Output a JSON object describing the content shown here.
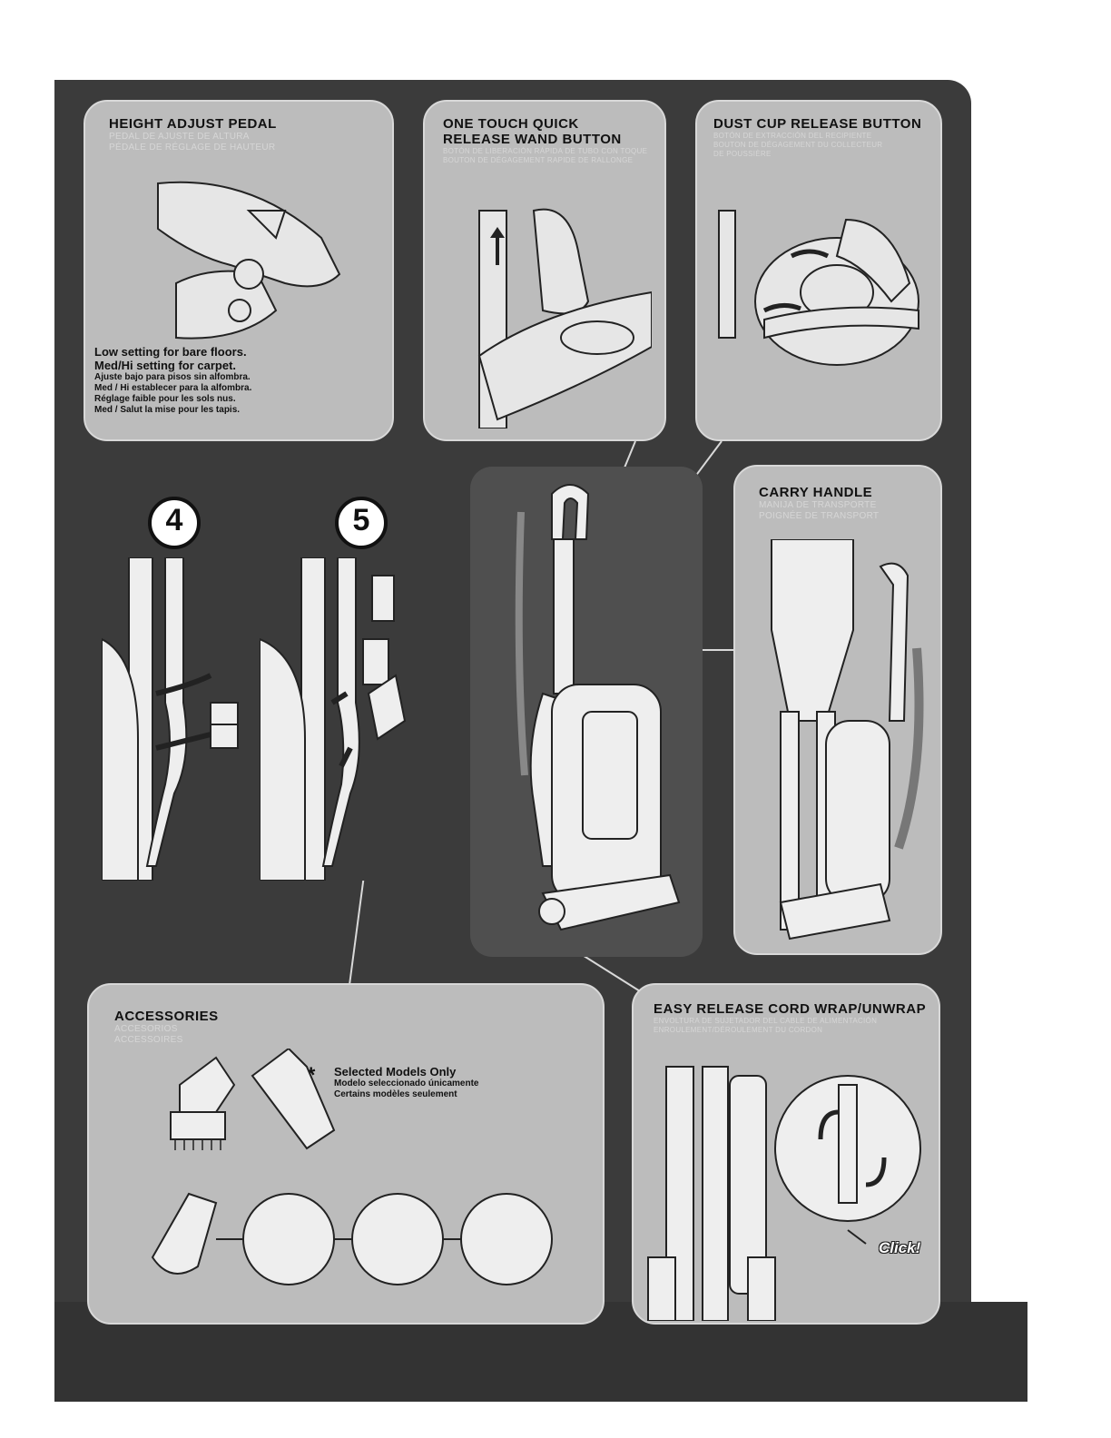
{
  "height_adjust": {
    "title": "HEIGHT ADJUST PEDAL",
    "sub1": "PEDAL DE AJUSTE DE ALTURA",
    "sub2": "PÉDALE DE RÉGLAGE DE HAUTEUR",
    "note1": "Low setting for bare floors.",
    "note2": "Med/Hi setting for carpet.",
    "note3": "Ajuste bajo para pisos sin alfombra.",
    "note4": "Med / Hi establecer para la alfombra.",
    "note5": "Réglage faible pour les sols nus.",
    "note6": "Med / Salut la mise pour les tapis."
  },
  "wand_release": {
    "title1": "ONE TOUCH QUICK",
    "title2": "RELEASE WAND BUTTON",
    "sub1": "BOTÓN DE LIBERACIÓN RÁPIDA DE TUBO CON TOQUE",
    "sub2": "BOUTON DE DÉGAGEMENT RAPIDE DE RALLONGE"
  },
  "dust_cup": {
    "title": "DUST CUP RELEASE BUTTON",
    "sub1": "BOTÓN DE EXTRACCIÓN DEL RECIPIENTE",
    "sub2": "BOUTON DE DÉGAGEMENT DU COLLECTEUR",
    "sub3": "DE POUSSIÈRE"
  },
  "steps": {
    "step4": "4",
    "step5": "5"
  },
  "carry_handle": {
    "title": "CARRY HANDLE",
    "sub1": "MANIJA DE TRANSPORTE",
    "sub2": "POIGNÉE DE TRANSPORT"
  },
  "accessories": {
    "title": "ACCESSORIES",
    "sub1": "ACCESORIOS",
    "sub2": "ACCESSOIRES",
    "star": "*",
    "selected1": "Selected Models Only",
    "selected2": "Modelo seleccionado únicamente",
    "selected3": "Certains modèles seulement"
  },
  "cord_wrap": {
    "title": "EASY RELEASE CORD WRAP/UNWRAP",
    "sub1": "ENVOLTURA DE SUJETADOR DEL CABLE DE ALIMENTACIÓN",
    "sub2": "ENROULEMENT/DÉROULEMENT DU CORDON",
    "click": "Click!"
  }
}
